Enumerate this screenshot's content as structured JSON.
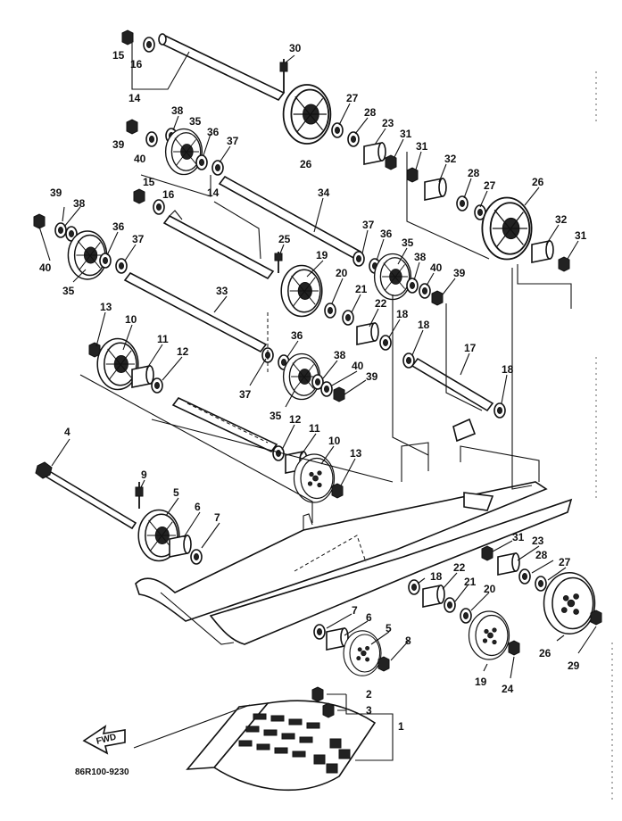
{
  "diagram_code": "86R100-9230",
  "direction_label": "FWD",
  "callouts": [
    {
      "id": "c15a",
      "text": "15"
    },
    {
      "id": "c16a",
      "text": "16"
    },
    {
      "id": "c14a",
      "text": "14"
    },
    {
      "id": "c30",
      "text": "30"
    },
    {
      "id": "c27a",
      "text": "27"
    },
    {
      "id": "c28a",
      "text": "28"
    },
    {
      "id": "c23a",
      "text": "23"
    },
    {
      "id": "c31a",
      "text": "31"
    },
    {
      "id": "c26a",
      "text": "26"
    },
    {
      "id": "c38a",
      "text": "38"
    },
    {
      "id": "c35a",
      "text": "35"
    },
    {
      "id": "c36a",
      "text": "36"
    },
    {
      "id": "c37a",
      "text": "37"
    },
    {
      "id": "c39a",
      "text": "39"
    },
    {
      "id": "c40a",
      "text": "40"
    },
    {
      "id": "c31b",
      "text": "31"
    },
    {
      "id": "c32a",
      "text": "32"
    },
    {
      "id": "c28b",
      "text": "28"
    },
    {
      "id": "c27b",
      "text": "27"
    },
    {
      "id": "c26b",
      "text": "26"
    },
    {
      "id": "c15b",
      "text": "15"
    },
    {
      "id": "c16b",
      "text": "16"
    },
    {
      "id": "c14b",
      "text": "14"
    },
    {
      "id": "c34",
      "text": "34"
    },
    {
      "id": "c32b",
      "text": "32"
    },
    {
      "id": "c31c",
      "text": "31"
    },
    {
      "id": "c39b",
      "text": "39"
    },
    {
      "id": "c38b",
      "text": "38"
    },
    {
      "id": "c36b",
      "text": "36"
    },
    {
      "id": "c37b",
      "text": "37"
    },
    {
      "id": "c40b",
      "text": "40"
    },
    {
      "id": "c35b",
      "text": "35"
    },
    {
      "id": "c25",
      "text": "25"
    },
    {
      "id": "c37c",
      "text": "37"
    },
    {
      "id": "c36c",
      "text": "36"
    },
    {
      "id": "c35c",
      "text": "35"
    },
    {
      "id": "c19a",
      "text": "19"
    },
    {
      "id": "c38c",
      "text": "38"
    },
    {
      "id": "c40c",
      "text": "40"
    },
    {
      "id": "c20a",
      "text": "20"
    },
    {
      "id": "c39c",
      "text": "39"
    },
    {
      "id": "c21a",
      "text": "21"
    },
    {
      "id": "c33",
      "text": "33"
    },
    {
      "id": "c22a",
      "text": "22"
    },
    {
      "id": "c18a",
      "text": "18"
    },
    {
      "id": "c13a",
      "text": "13"
    },
    {
      "id": "c10a",
      "text": "10"
    },
    {
      "id": "c18b",
      "text": "18"
    },
    {
      "id": "c11a",
      "text": "11"
    },
    {
      "id": "c12a",
      "text": "12"
    },
    {
      "id": "c36d",
      "text": "36"
    },
    {
      "id": "c17",
      "text": "17"
    },
    {
      "id": "c38d",
      "text": "38"
    },
    {
      "id": "c40d",
      "text": "40"
    },
    {
      "id": "c39d",
      "text": "39"
    },
    {
      "id": "c18c",
      "text": "18"
    },
    {
      "id": "c37d",
      "text": "37"
    },
    {
      "id": "c35d",
      "text": "35"
    },
    {
      "id": "c4",
      "text": "4"
    },
    {
      "id": "c12b",
      "text": "12"
    },
    {
      "id": "c11b",
      "text": "11"
    },
    {
      "id": "c10b",
      "text": "10"
    },
    {
      "id": "c13b",
      "text": "13"
    },
    {
      "id": "c9",
      "text": "9"
    },
    {
      "id": "c5a",
      "text": "5"
    },
    {
      "id": "c6a",
      "text": "6"
    },
    {
      "id": "c7a",
      "text": "7"
    },
    {
      "id": "c31d",
      "text": "31"
    },
    {
      "id": "c23b",
      "text": "23"
    },
    {
      "id": "c28c",
      "text": "28"
    },
    {
      "id": "c27c",
      "text": "27"
    },
    {
      "id": "c22b",
      "text": "22"
    },
    {
      "id": "c18d",
      "text": "18"
    },
    {
      "id": "c21b",
      "text": "21"
    },
    {
      "id": "c20b",
      "text": "20"
    },
    {
      "id": "c7b",
      "text": "7"
    },
    {
      "id": "c6b",
      "text": "6"
    },
    {
      "id": "c5b",
      "text": "5"
    },
    {
      "id": "c8",
      "text": "8"
    },
    {
      "id": "c26c",
      "text": "26"
    },
    {
      "id": "c29",
      "text": "29"
    },
    {
      "id": "c19b",
      "text": "19"
    },
    {
      "id": "c24",
      "text": "24"
    },
    {
      "id": "c2",
      "text": "2"
    },
    {
      "id": "c3",
      "text": "3"
    },
    {
      "id": "c1",
      "text": "1"
    }
  ]
}
